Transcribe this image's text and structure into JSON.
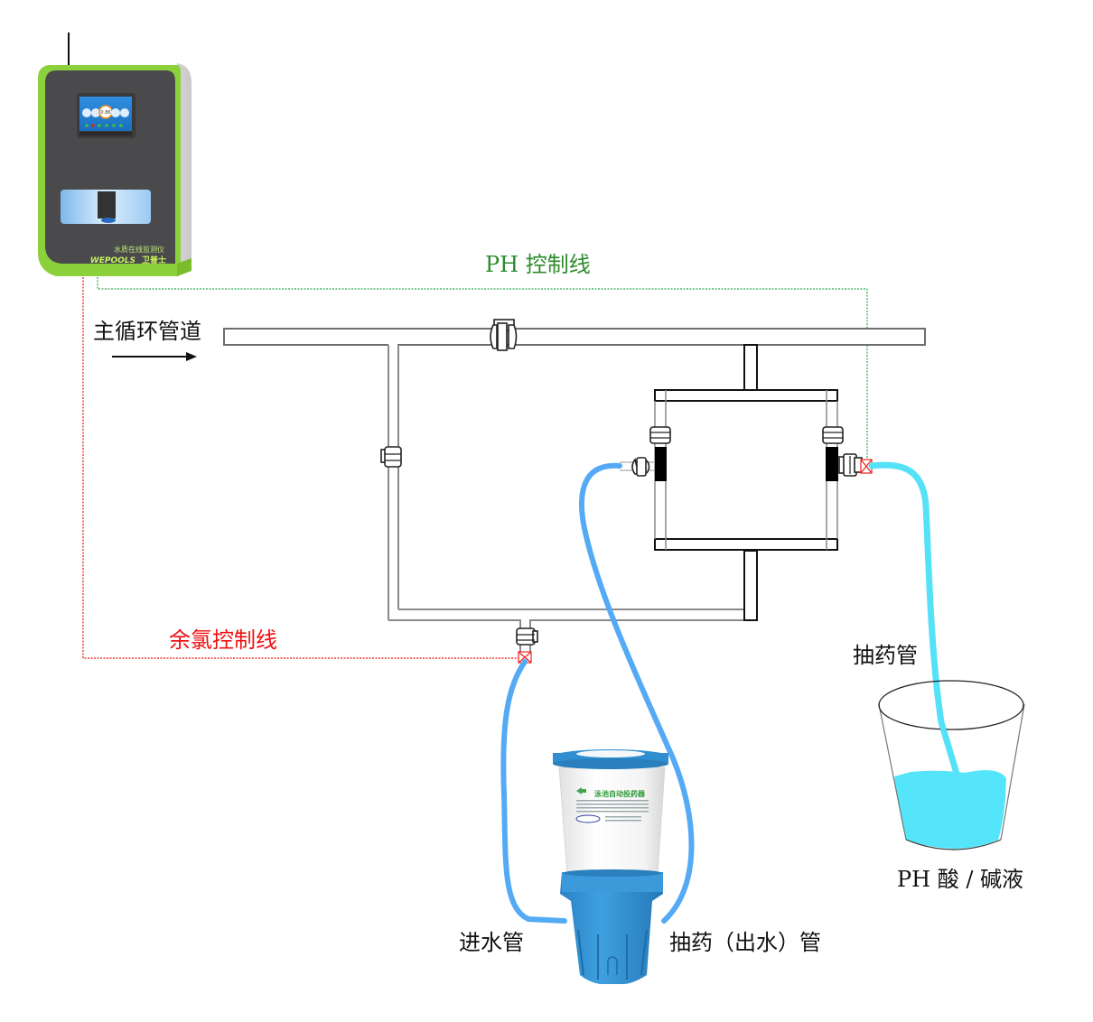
{
  "diagram": {
    "title": "Pool water quality monitor installation diagram",
    "colors": {
      "ph_control_line": "#2fa84f",
      "chlorine_control_line": "#ee1111",
      "feed_hose": "#55aaf5",
      "ph_hose": "#55e2f7",
      "device_accent": "#8cd03c",
      "device_body": "#4a4a4c",
      "feeder_blue": "#2f8fd0",
      "solution": "#55e5fa"
    },
    "device": {
      "name_cn": "水质在线监测仪",
      "brand": "WEPOOLS",
      "brand_cn": "卫普士",
      "screen_reading": "0.86"
    },
    "labels": {
      "main_pipe": "主循环管道",
      "ph_control_line": "PH 控制线",
      "chlorine_control_line": "余氯控制线",
      "suction_tube": "抽药管",
      "ph_solution": "PH 酸 / 碱液",
      "inlet_tube": "进水管",
      "outlet_tube": "抽药（出水）管"
    },
    "feeder": {
      "label_title": "泳池自动投药器"
    },
    "flow_direction": "right"
  }
}
